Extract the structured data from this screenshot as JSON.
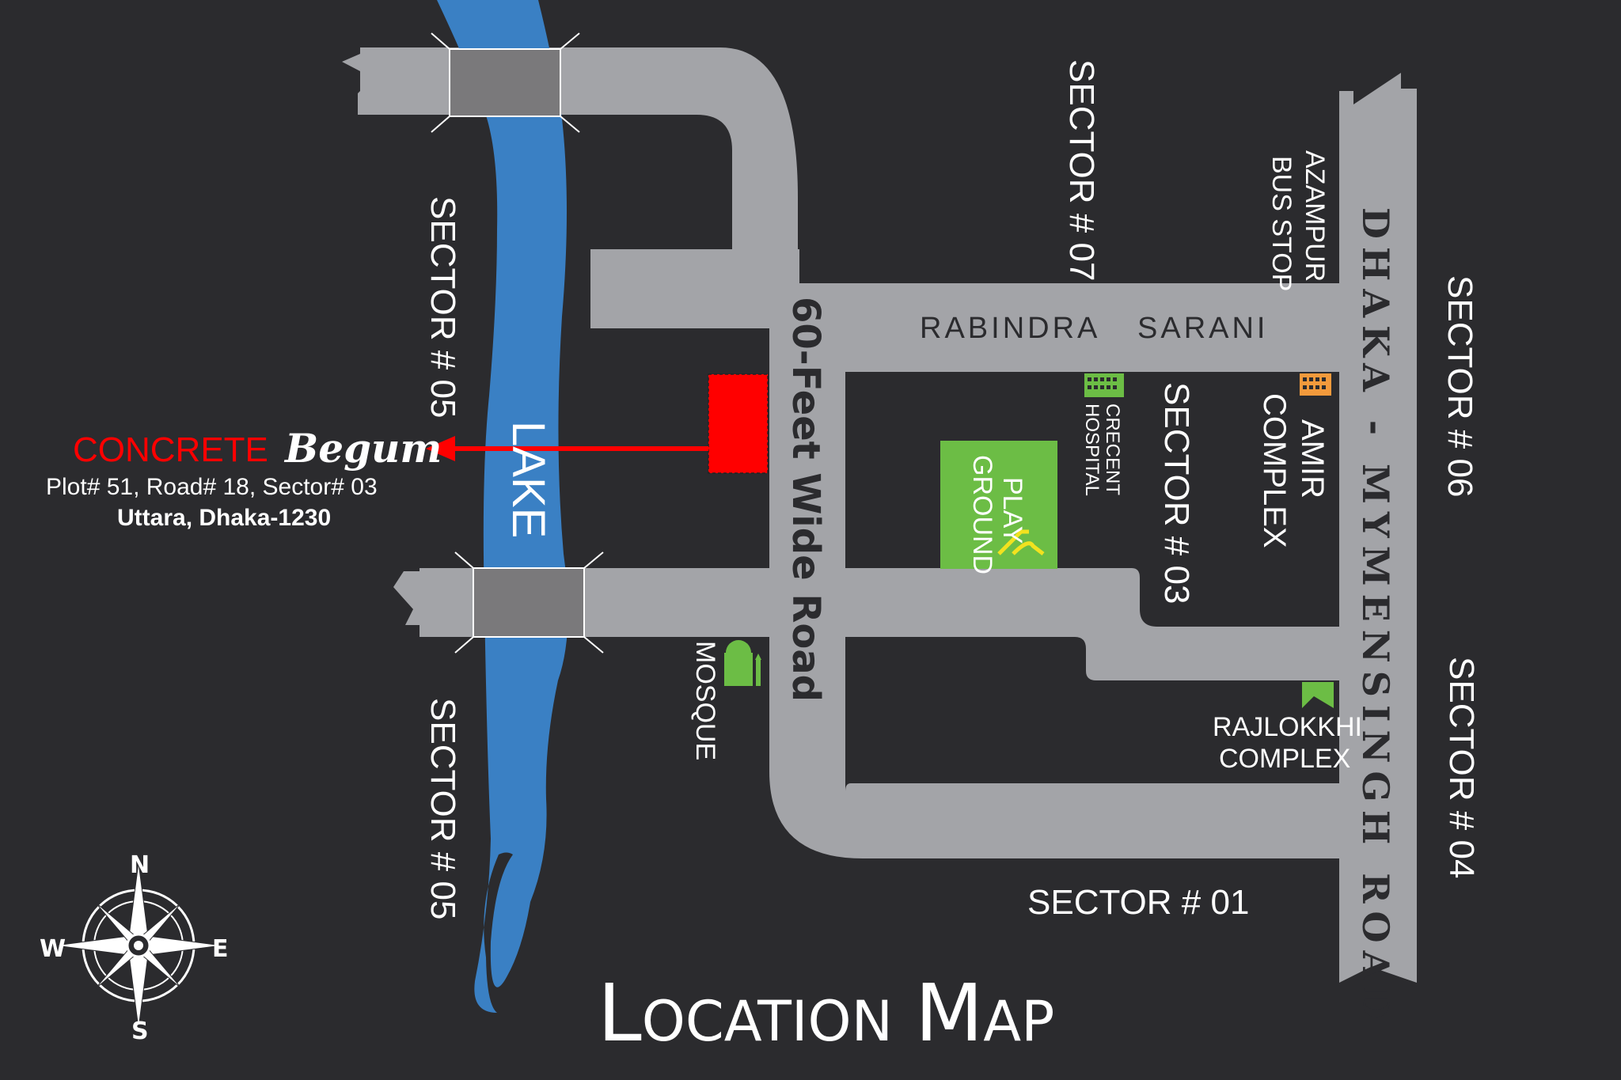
{
  "title": {
    "first_initial": "L",
    "first_rest": "OCATION",
    "second_initial": "M",
    "second_rest": "AP"
  },
  "roads": {
    "feet60": "60-Feet Wide Road",
    "rabindra_word1": "RABINDRA",
    "rabindra_word2": "SARANI",
    "dhaka": "DHAKA - MYMENSINGH ROAD"
  },
  "water": {
    "lake": "LAKE"
  },
  "sectors": {
    "s05_top": "SECTOR # 05",
    "s05_bottom": "SECTOR # 05",
    "s07": "SECTOR # 07",
    "s03": "SECTOR # 03",
    "s06": "SECTOR # 06",
    "s04": "SECTOR # 04",
    "s01": "SECTOR # 01"
  },
  "landmarks": {
    "azampur_line1": "AZAMPUR",
    "azampur_line2": "BUS STOP",
    "amir_line1": "AMIR",
    "amir_line2": "COMPLEX",
    "crecent_line1": "CRECENT",
    "crecent_line2": "HOSPITAL",
    "play_line1": "PLAY",
    "play_line2": "GROUND",
    "mosque": "MOSQUE",
    "rajlokkhi_line1": "RAJLOKKHI",
    "rajlokkhi_line2": "COMPLEX"
  },
  "project": {
    "brand": "CONCRETE",
    "name": "Begum",
    "address_line1": "Plot# 51, Road# 18, Sector# 03",
    "address_line2": "Uttara, Dhaka-1230"
  },
  "compass": {
    "n": "N",
    "s": "S",
    "e": "E",
    "w": "W"
  },
  "colors": {
    "background": "#2b2b2e",
    "road": "#a3a4a8",
    "lake": "#3a80c4",
    "bridge": "#7a797b",
    "project_marker": "#ff0000",
    "play_ground": "#6cbd45",
    "hospital_icon": "#6cbd45",
    "amir_icon": "#f39a3c"
  }
}
